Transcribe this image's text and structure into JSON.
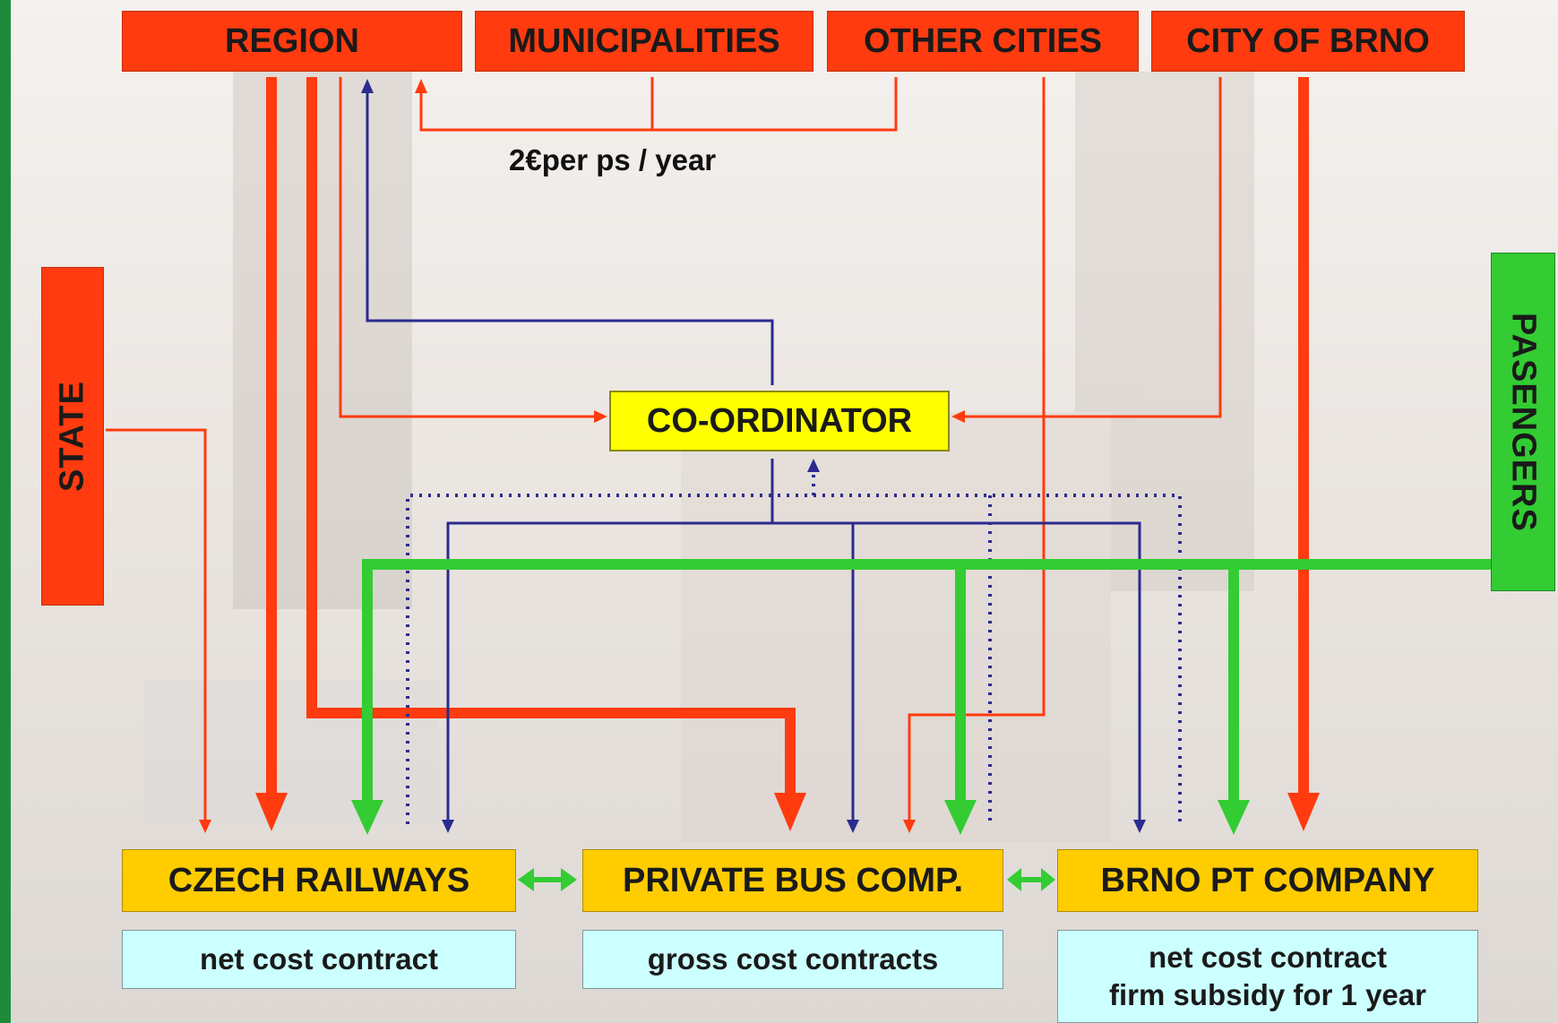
{
  "top_boxes": {
    "region": "REGION",
    "municipalities": "MUNICIPALITIES",
    "other_cities": "OTHER CITIES",
    "city_of_brno": "CITY OF BRNO"
  },
  "side_boxes": {
    "state": "STATE",
    "passengers": "PASENGERS"
  },
  "center": {
    "coordinator": "CO-ORDINATOR",
    "fee_label": "2€per ps / year"
  },
  "operators": {
    "czech_railways": "CZECH RAILWAYS",
    "private_bus": "PRIVATE BUS COMP.",
    "brno_pt": "BRNO PT COMPANY"
  },
  "contracts": {
    "czech_railways": "net cost contract",
    "private_bus": "gross cost contracts",
    "brno_pt_line1": "net cost contract",
    "brno_pt_line2": "firm subsidy for 1 year"
  },
  "colors": {
    "money_flow": "#ff3b0f",
    "coordination_flow": "#2b2b8f",
    "passenger_flow": "#33cc33",
    "box_red": "#ff3b0f",
    "box_yellow": "#ffcc00",
    "box_coordinator": "#ffff00",
    "box_cyan": "#ccffff",
    "box_green": "#33cc33"
  }
}
